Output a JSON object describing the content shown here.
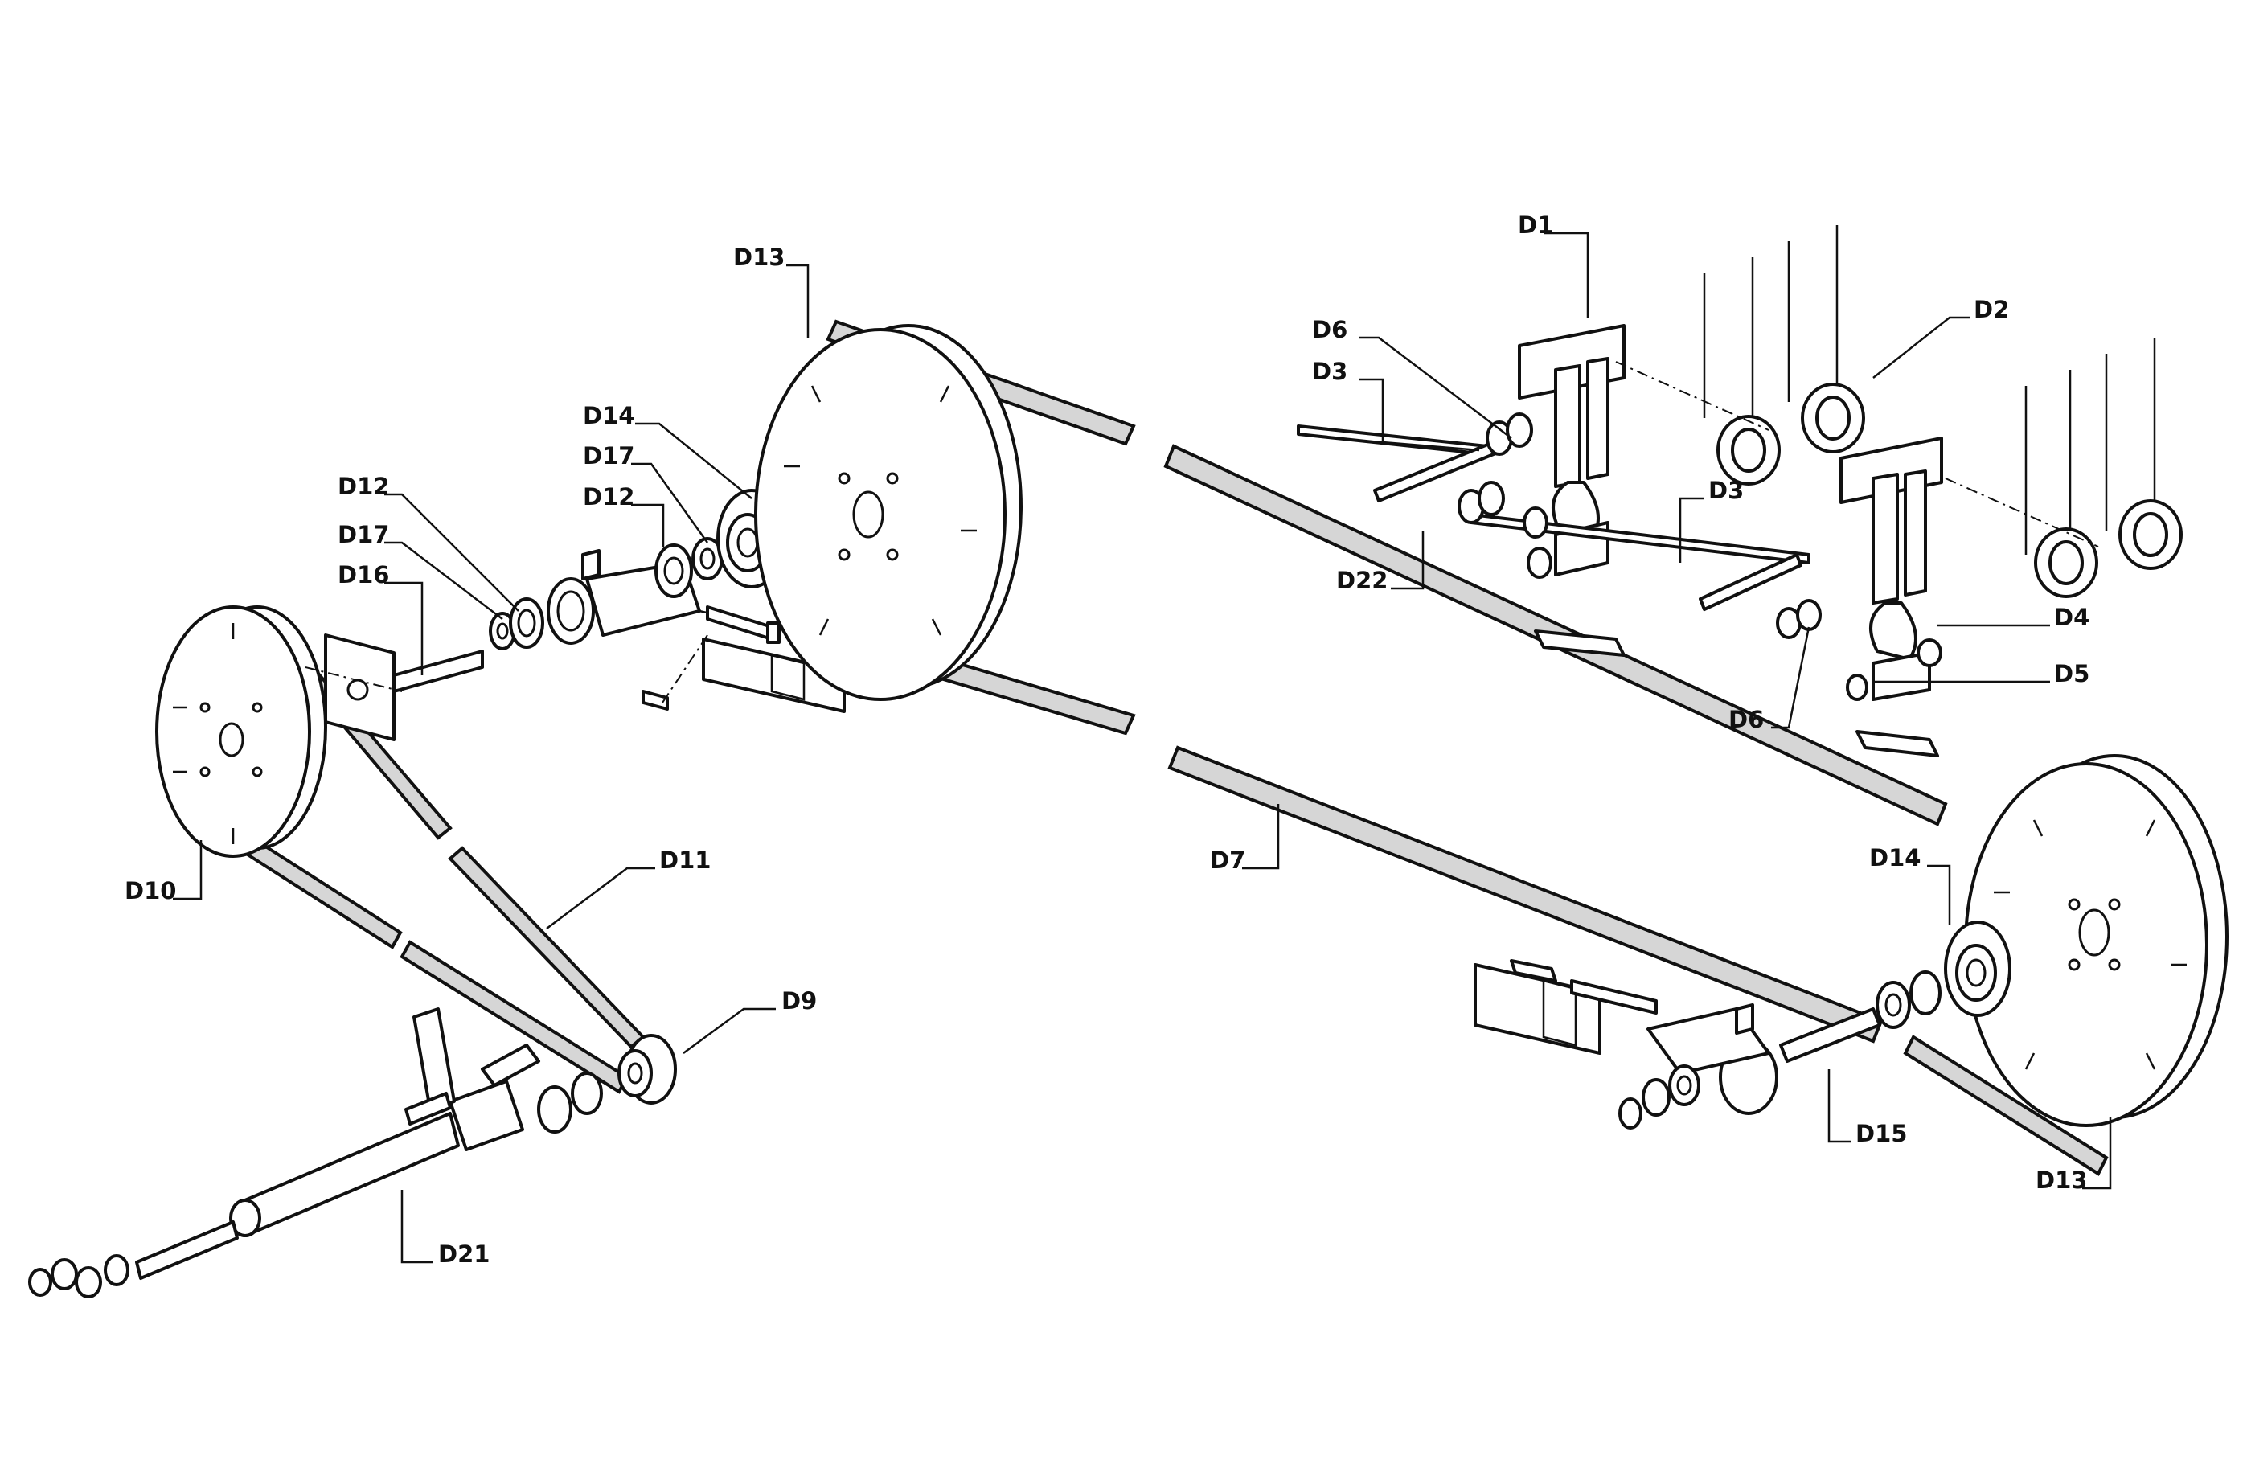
{
  "labels": {
    "d1": "D1",
    "d2": "D2",
    "d3_top": "D3",
    "d3_mid": "D3",
    "d4": "D4",
    "d5": "D5",
    "d6_top": "D6",
    "d6_bot": "D6",
    "d7": "D7",
    "d9": "D9",
    "d10": "D10",
    "d11": "D11",
    "d12_left": "D12",
    "d12_mid": "D12",
    "d13_left": "D13",
    "d13_right": "D13",
    "d14_left": "D14",
    "d14_right": "D14",
    "d15": "D15",
    "d16": "D16",
    "d17_left": "D17",
    "d17_mid": "D17",
    "d21": "D21",
    "d22": "D22"
  },
  "colors": {
    "ink": "#111111",
    "belt_fill": "#d6d6d6",
    "background": "#ffffff"
  }
}
